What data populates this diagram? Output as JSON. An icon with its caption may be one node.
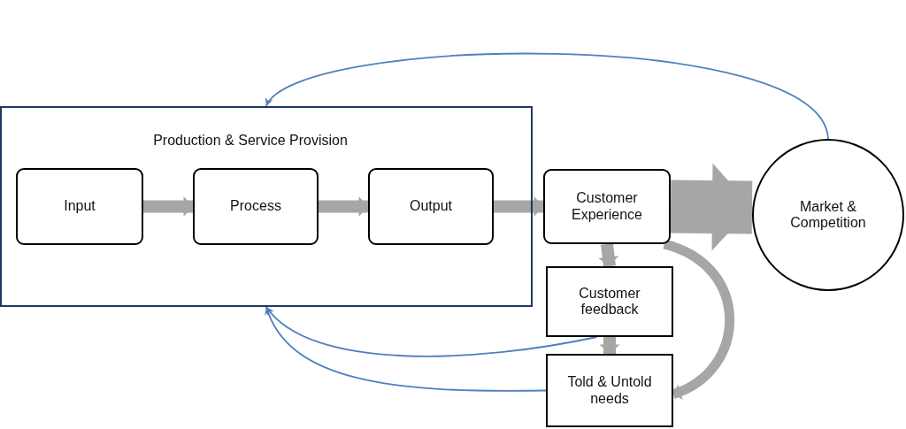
{
  "diagram": {
    "nodes": [
      {
        "text": [
          "Production & Service Provision"
        ]
      },
      {
        "text": [
          "Input"
        ],
        "in": 0
      },
      {
        "text": [
          "Process"
        ],
        "in": 0
      },
      {
        "text": [
          "Output"
        ],
        "in": 0
      },
      {
        "text": [
          "Customer Experience"
        ]
      },
      {
        "text": [
          "Customer feedback"
        ]
      },
      {
        "text": [
          "Told & Untold needs"
        ]
      },
      {
        "text": [
          "Market & Competition"
        ]
      }
    ],
    "edges": [
      {
        "from": 1,
        "to": 2,
        "arrow": "to"
      },
      {
        "from": 2,
        "to": 3,
        "arrow": "to"
      },
      {
        "from": 3,
        "to": 4,
        "arrow": "to"
      },
      {
        "from": 4,
        "to": 7,
        "arrow": "to",
        "style": "thick"
      },
      {
        "from": 4,
        "to": 5,
        "arrow": "to"
      },
      {
        "from": 5,
        "to": 6,
        "arrow": "to"
      },
      {
        "from": 4,
        "to": 6,
        "arrow": "to"
      },
      {
        "from": 7,
        "to": 0,
        "arrow": "to",
        "color": "#4f81bd"
      },
      {
        "from": 5,
        "to": 0,
        "arrow": "to",
        "color": "#4f81bd"
      },
      {
        "from": 6,
        "to": 0,
        "arrow": "to",
        "color": "#4f81bd"
      }
    ]
  }
}
